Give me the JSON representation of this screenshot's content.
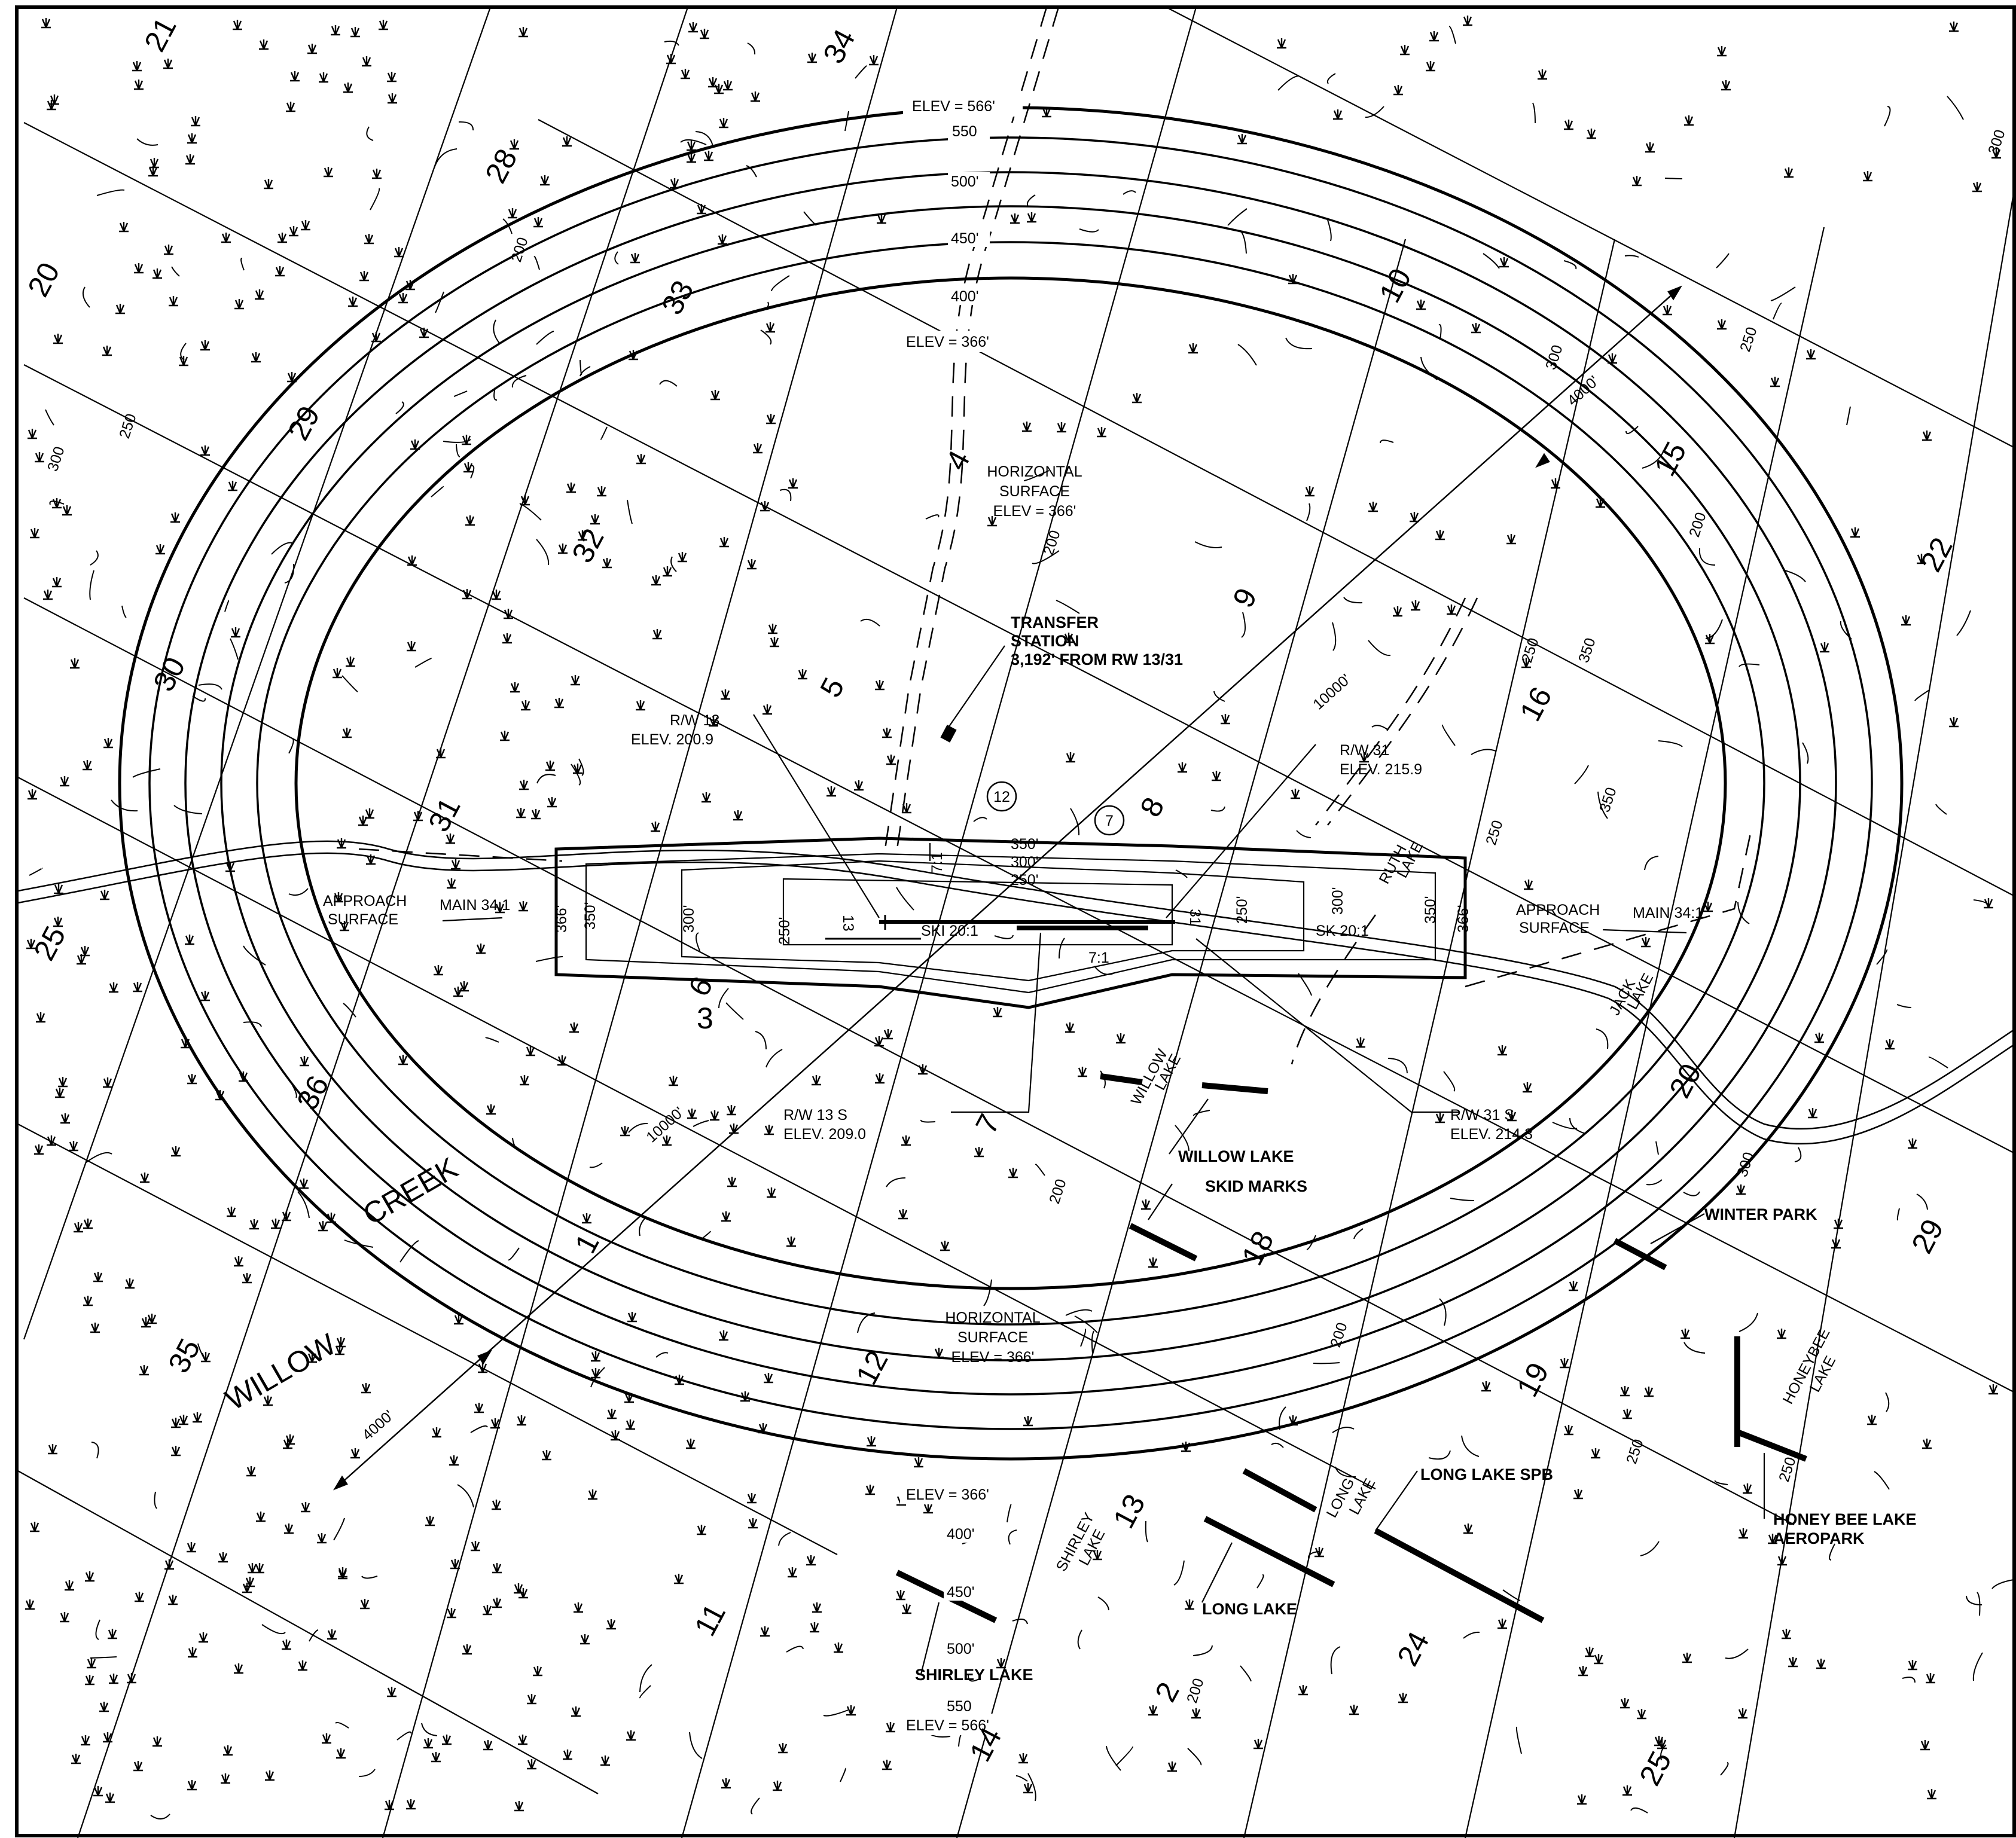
{
  "map": {
    "elevations": {
      "outer": "ELEV = 566'",
      "inner": "ELEV = 366'",
      "c550": "550",
      "c500": "500'",
      "c450": "450'",
      "c400": "400'",
      "c550_btm": "550",
      "c500_btm": "500'",
      "c450_btm": "450'",
      "c400_btm": "400'"
    },
    "horizontal_surface": {
      "line1": "HORIZONTAL",
      "line2": "SURFACE",
      "line3": "ELEV = 366'"
    },
    "approach_surface": {
      "line1": "APPROACH",
      "line2": "SURFACE",
      "ratio": "MAIN 34:1"
    },
    "runway_labels": {
      "rw13_line1": "R/W 13",
      "rw13_line2": "ELEV. 200.9",
      "rw31_line1": "R/W 31",
      "rw31_line2": "ELEV. 215.9",
      "rw13s_line1": "R/W 13 S",
      "rw13s_line2": "ELEV. 209.0",
      "rw31s_line1": "R/W 31 S",
      "rw31s_line2": "ELEV. 214.3",
      "num13": "13",
      "num31": "31",
      "ski": "SKI 20:1",
      "ski_right": "SK 20:1",
      "transitional": "7:1",
      "contour_350": "350'",
      "contour_300": "300'",
      "contour_250": "250'",
      "side_366": "366'",
      "side_350": "350'"
    },
    "transfer_station": {
      "line1": "TRANSFER",
      "line2": "STATION",
      "line3": "3,192' FROM RW 13/31"
    },
    "distances": {
      "d10000": "10000'",
      "d4000": "4000'"
    },
    "callouts": {
      "willow_lake": "WILLOW LAKE",
      "skid_marks": "SKID MARKS",
      "winter_park": "WINTER PARK",
      "long_lake_spb": "LONG LAKE SPB",
      "long_lake": "LONG LAKE",
      "shirley_lake": "SHIRLEY LAKE",
      "honey_bee_line1": "HONEY BEE LAKE",
      "honey_bee_line2": "AEROPARK"
    },
    "features": {
      "willow_creek_1": "WILLOW",
      "willow_creek_2": "CREEK",
      "willow_lake": "WILLOW\nLAKE",
      "jack_lake": "JACK\nLAKE",
      "honeybee_lake": "HONEYBEE\nLAKE",
      "shirley_lake": "SHIRLEY\nLAKE",
      "long_lake": "LONG\nLAKE",
      "ruth_lake": "RUTH\nLAKE"
    },
    "sections": [
      "21",
      "28",
      "20",
      "29",
      "30",
      "31",
      "25",
      "32",
      "33",
      "34",
      "4",
      "5",
      "3",
      "9",
      "10",
      "16",
      "15",
      "22",
      "8",
      "6",
      "7",
      "36",
      "35",
      "1",
      "12",
      "18",
      "19",
      "20",
      "29",
      "13",
      "24",
      "14",
      "25",
      "11",
      "2"
    ],
    "contours": [
      "200",
      "250",
      "300",
      "350",
      "200",
      "250",
      "300",
      "250",
      "350",
      "300",
      "200",
      "250",
      "200",
      "200",
      "250",
      "200",
      "250",
      "300"
    ],
    "circle_tags": [
      "12",
      "7"
    ]
  }
}
